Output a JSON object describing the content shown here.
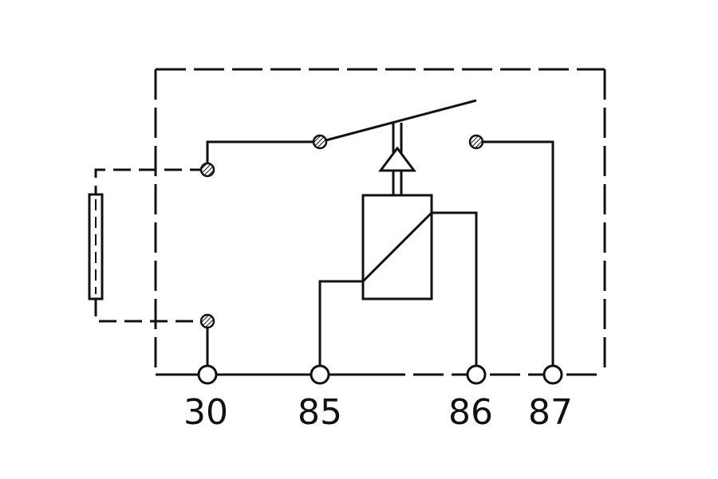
{
  "diagram": {
    "type": "relay-schematic",
    "components": {
      "housing": "relay-housing-dashed",
      "coil": "relay-coil",
      "switch": "spst-switch-open",
      "suppressor": "resistor-dashed"
    },
    "terminals": [
      {
        "id": "t30",
        "label": "30"
      },
      {
        "id": "t85",
        "label": "85"
      },
      {
        "id": "t86",
        "label": "86"
      },
      {
        "id": "t87",
        "label": "87"
      }
    ],
    "colors": {
      "line": "#111111",
      "background": "#ffffff"
    }
  }
}
